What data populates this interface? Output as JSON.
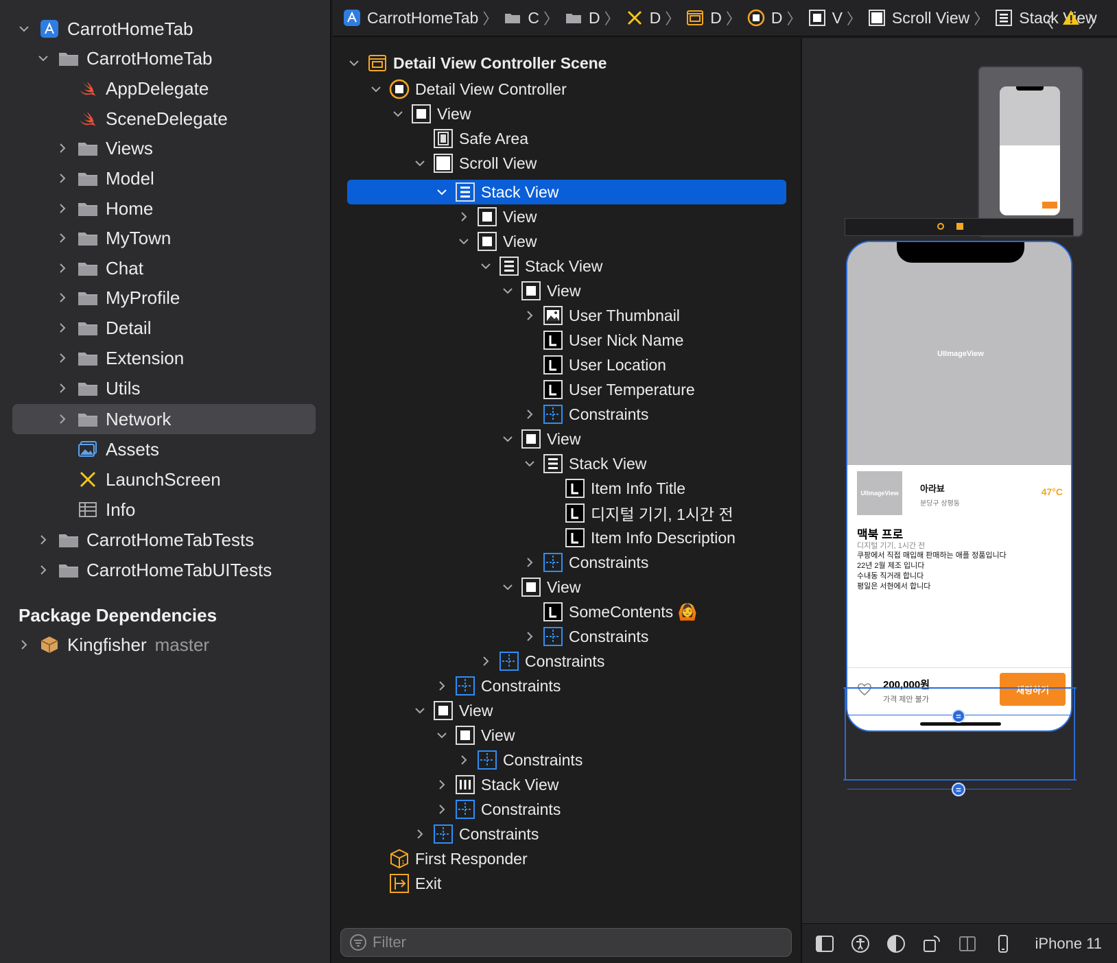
{
  "navigator": {
    "items": [
      {
        "label": "CarrotHomeTab",
        "icon": "xcode-project-icon",
        "state": "expanded"
      },
      {
        "label": "CarrotHomeTab",
        "icon": "folder-icon",
        "state": "expanded"
      },
      {
        "label": "AppDelegate",
        "icon": "swift-icon",
        "state": "leaf"
      },
      {
        "label": "SceneDelegate",
        "icon": "swift-icon",
        "state": "leaf"
      },
      {
        "label": "Views",
        "icon": "folder-icon",
        "state": "collapsed"
      },
      {
        "label": "Model",
        "icon": "folder-icon",
        "state": "collapsed"
      },
      {
        "label": "Home",
        "icon": "folder-icon",
        "state": "collapsed"
      },
      {
        "label": "MyTown",
        "icon": "folder-icon",
        "state": "collapsed"
      },
      {
        "label": "Chat",
        "icon": "folder-icon",
        "state": "collapsed"
      },
      {
        "label": "MyProfile",
        "icon": "folder-icon",
        "state": "collapsed"
      },
      {
        "label": "Detail",
        "icon": "folder-icon",
        "state": "collapsed"
      },
      {
        "label": "Extension",
        "icon": "folder-icon",
        "state": "collapsed"
      },
      {
        "label": "Utils",
        "icon": "folder-icon",
        "state": "collapsed"
      },
      {
        "label": "Network",
        "icon": "folder-icon",
        "state": "collapsed"
      },
      {
        "label": "Assets",
        "icon": "asset-catalog-icon",
        "state": "leaf"
      },
      {
        "label": "LaunchScreen",
        "icon": "storyboard-icon",
        "state": "leaf"
      },
      {
        "label": "Info",
        "icon": "plist-icon",
        "state": "leaf"
      },
      {
        "label": "CarrotHomeTabTests",
        "icon": "folder-icon",
        "state": "collapsed"
      },
      {
        "label": "CarrotHomeTabUITests",
        "icon": "folder-icon",
        "state": "collapsed"
      }
    ],
    "package_header": "Package Dependencies",
    "package": {
      "name": "Kingfisher",
      "branch": "master"
    }
  },
  "jumpbar": {
    "segments": [
      "CarrotHomeTab",
      "C",
      "D",
      "D",
      "D",
      "D",
      "V",
      "Scroll View",
      "Stack View"
    ]
  },
  "outline": {
    "rows": [
      {
        "label": "Detail View Controller Scene",
        "icon": "scene-icon"
      },
      {
        "label": "Detail View Controller",
        "icon": "view-controller-icon"
      },
      {
        "label": "View",
        "icon": "view-icon"
      },
      {
        "label": "Safe Area",
        "icon": "safe-area-icon"
      },
      {
        "label": "Scroll View",
        "icon": "scroll-view-icon"
      },
      {
        "label": "Stack View",
        "icon": "stack-view-icon"
      },
      {
        "label": "View",
        "icon": "view-icon"
      },
      {
        "label": "View",
        "icon": "view-icon"
      },
      {
        "label": "Stack View",
        "icon": "stack-view-icon"
      },
      {
        "label": "View",
        "icon": "view-icon"
      },
      {
        "label": "User Thumbnail",
        "icon": "image-view-icon"
      },
      {
        "label": "User Nick Name",
        "icon": "label-icon"
      },
      {
        "label": "User Location",
        "icon": "label-icon"
      },
      {
        "label": "User Temperature",
        "icon": "label-icon"
      },
      {
        "label": "Constraints",
        "icon": "constraints-icon"
      },
      {
        "label": "View",
        "icon": "view-icon"
      },
      {
        "label": "Stack View",
        "icon": "stack-view-icon"
      },
      {
        "label": "Item Info Title",
        "icon": "label-icon"
      },
      {
        "label": "디지털 기기, 1시간 전",
        "icon": "label-icon"
      },
      {
        "label": "Item Info Description",
        "icon": "label-icon"
      },
      {
        "label": "Constraints",
        "icon": "constraints-icon"
      },
      {
        "label": "View",
        "icon": "view-icon"
      },
      {
        "label": "SomeContents 🙆",
        "icon": "label-icon"
      },
      {
        "label": "Constraints",
        "icon": "constraints-icon"
      },
      {
        "label": "Constraints",
        "icon": "constraints-icon"
      },
      {
        "label": "Constraints",
        "icon": "constraints-icon"
      },
      {
        "label": "View",
        "icon": "view-icon"
      },
      {
        "label": "View",
        "icon": "view-icon"
      },
      {
        "label": "Constraints",
        "icon": "constraints-icon"
      },
      {
        "label": "Stack View",
        "icon": "hstack-view-icon"
      },
      {
        "label": "Constraints",
        "icon": "constraints-icon"
      },
      {
        "label": "Constraints",
        "icon": "constraints-icon"
      },
      {
        "label": "First Responder",
        "icon": "first-responder-icon"
      },
      {
        "label": "Exit",
        "icon": "exit-icon"
      }
    ],
    "filter_placeholder": "Filter"
  },
  "canvas": {
    "image_placeholder": "UIImageView",
    "profile_placeholder": "UIImageView",
    "nick": "아라뵤",
    "location": "분당구 상평동",
    "temperature": "47°C",
    "title": "맥북 프로",
    "category": "디지털 기기, 1시간 전",
    "description_lines": [
      "쿠팡에서 직접 매입해 판매하는 애플 정품입니다",
      "22년 2월 제조 입니다",
      "수내동 직거래 합니다",
      "평일은 서현에서 합니다"
    ],
    "price": "200,000원",
    "price_note": "가격 제안 불가",
    "chat_button": "채팅하기",
    "device": "iPhone 11"
  },
  "colors": {
    "selection": "#0a5fd8",
    "accent_orange": "#f5891f",
    "temperature": "#f5a623",
    "guide_blue": "#2a6ad8"
  }
}
